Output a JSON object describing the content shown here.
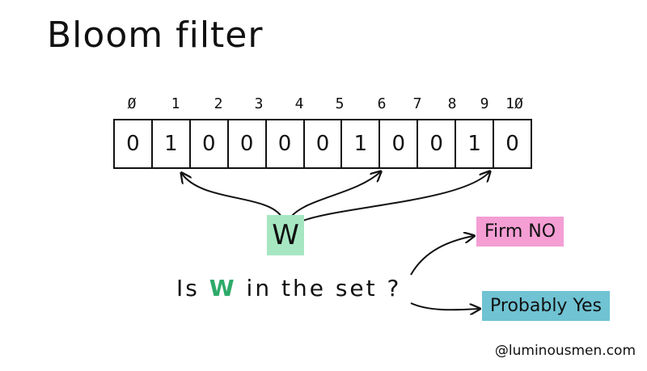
{
  "title": "Bloom filter",
  "indices": [
    "Ø",
    "1",
    "2",
    "3",
    "4",
    "5",
    "6",
    "7",
    "8",
    "9",
    "1Ø"
  ],
  "bits": [
    "0",
    "1",
    "0",
    "0",
    "0",
    "0",
    "1",
    "0",
    "0",
    "1",
    "0"
  ],
  "element": "W",
  "question": {
    "before": "Is ",
    "element": "W",
    "after": " in the set ?"
  },
  "answers": {
    "no": "Firm NO",
    "yes": "Probably Yes"
  },
  "credit": "@luminousmen.com",
  "colors": {
    "element_bg": "#a6e7c2",
    "no_bg": "#f49ed4",
    "yes_bg": "#6fc3d3",
    "element_text": "#2eaa6a"
  }
}
